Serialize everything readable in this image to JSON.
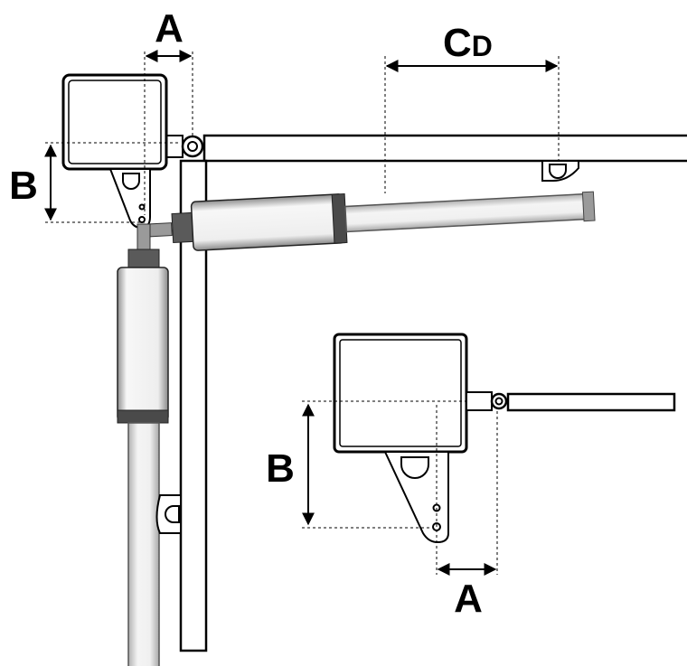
{
  "diagram": {
    "labels": {
      "a_top": "A",
      "b_left": "B",
      "cd_main": "C",
      "cd_sub": "D",
      "b_detail": "B",
      "a_detail": "A"
    },
    "colors": {
      "line": "#000000",
      "background": "#ffffff",
      "actuator_body": "#f3f3f3",
      "actuator_shadow": "#9a9a9a",
      "actuator_dark": "#4a4a4a",
      "rod": "#ececec"
    }
  }
}
